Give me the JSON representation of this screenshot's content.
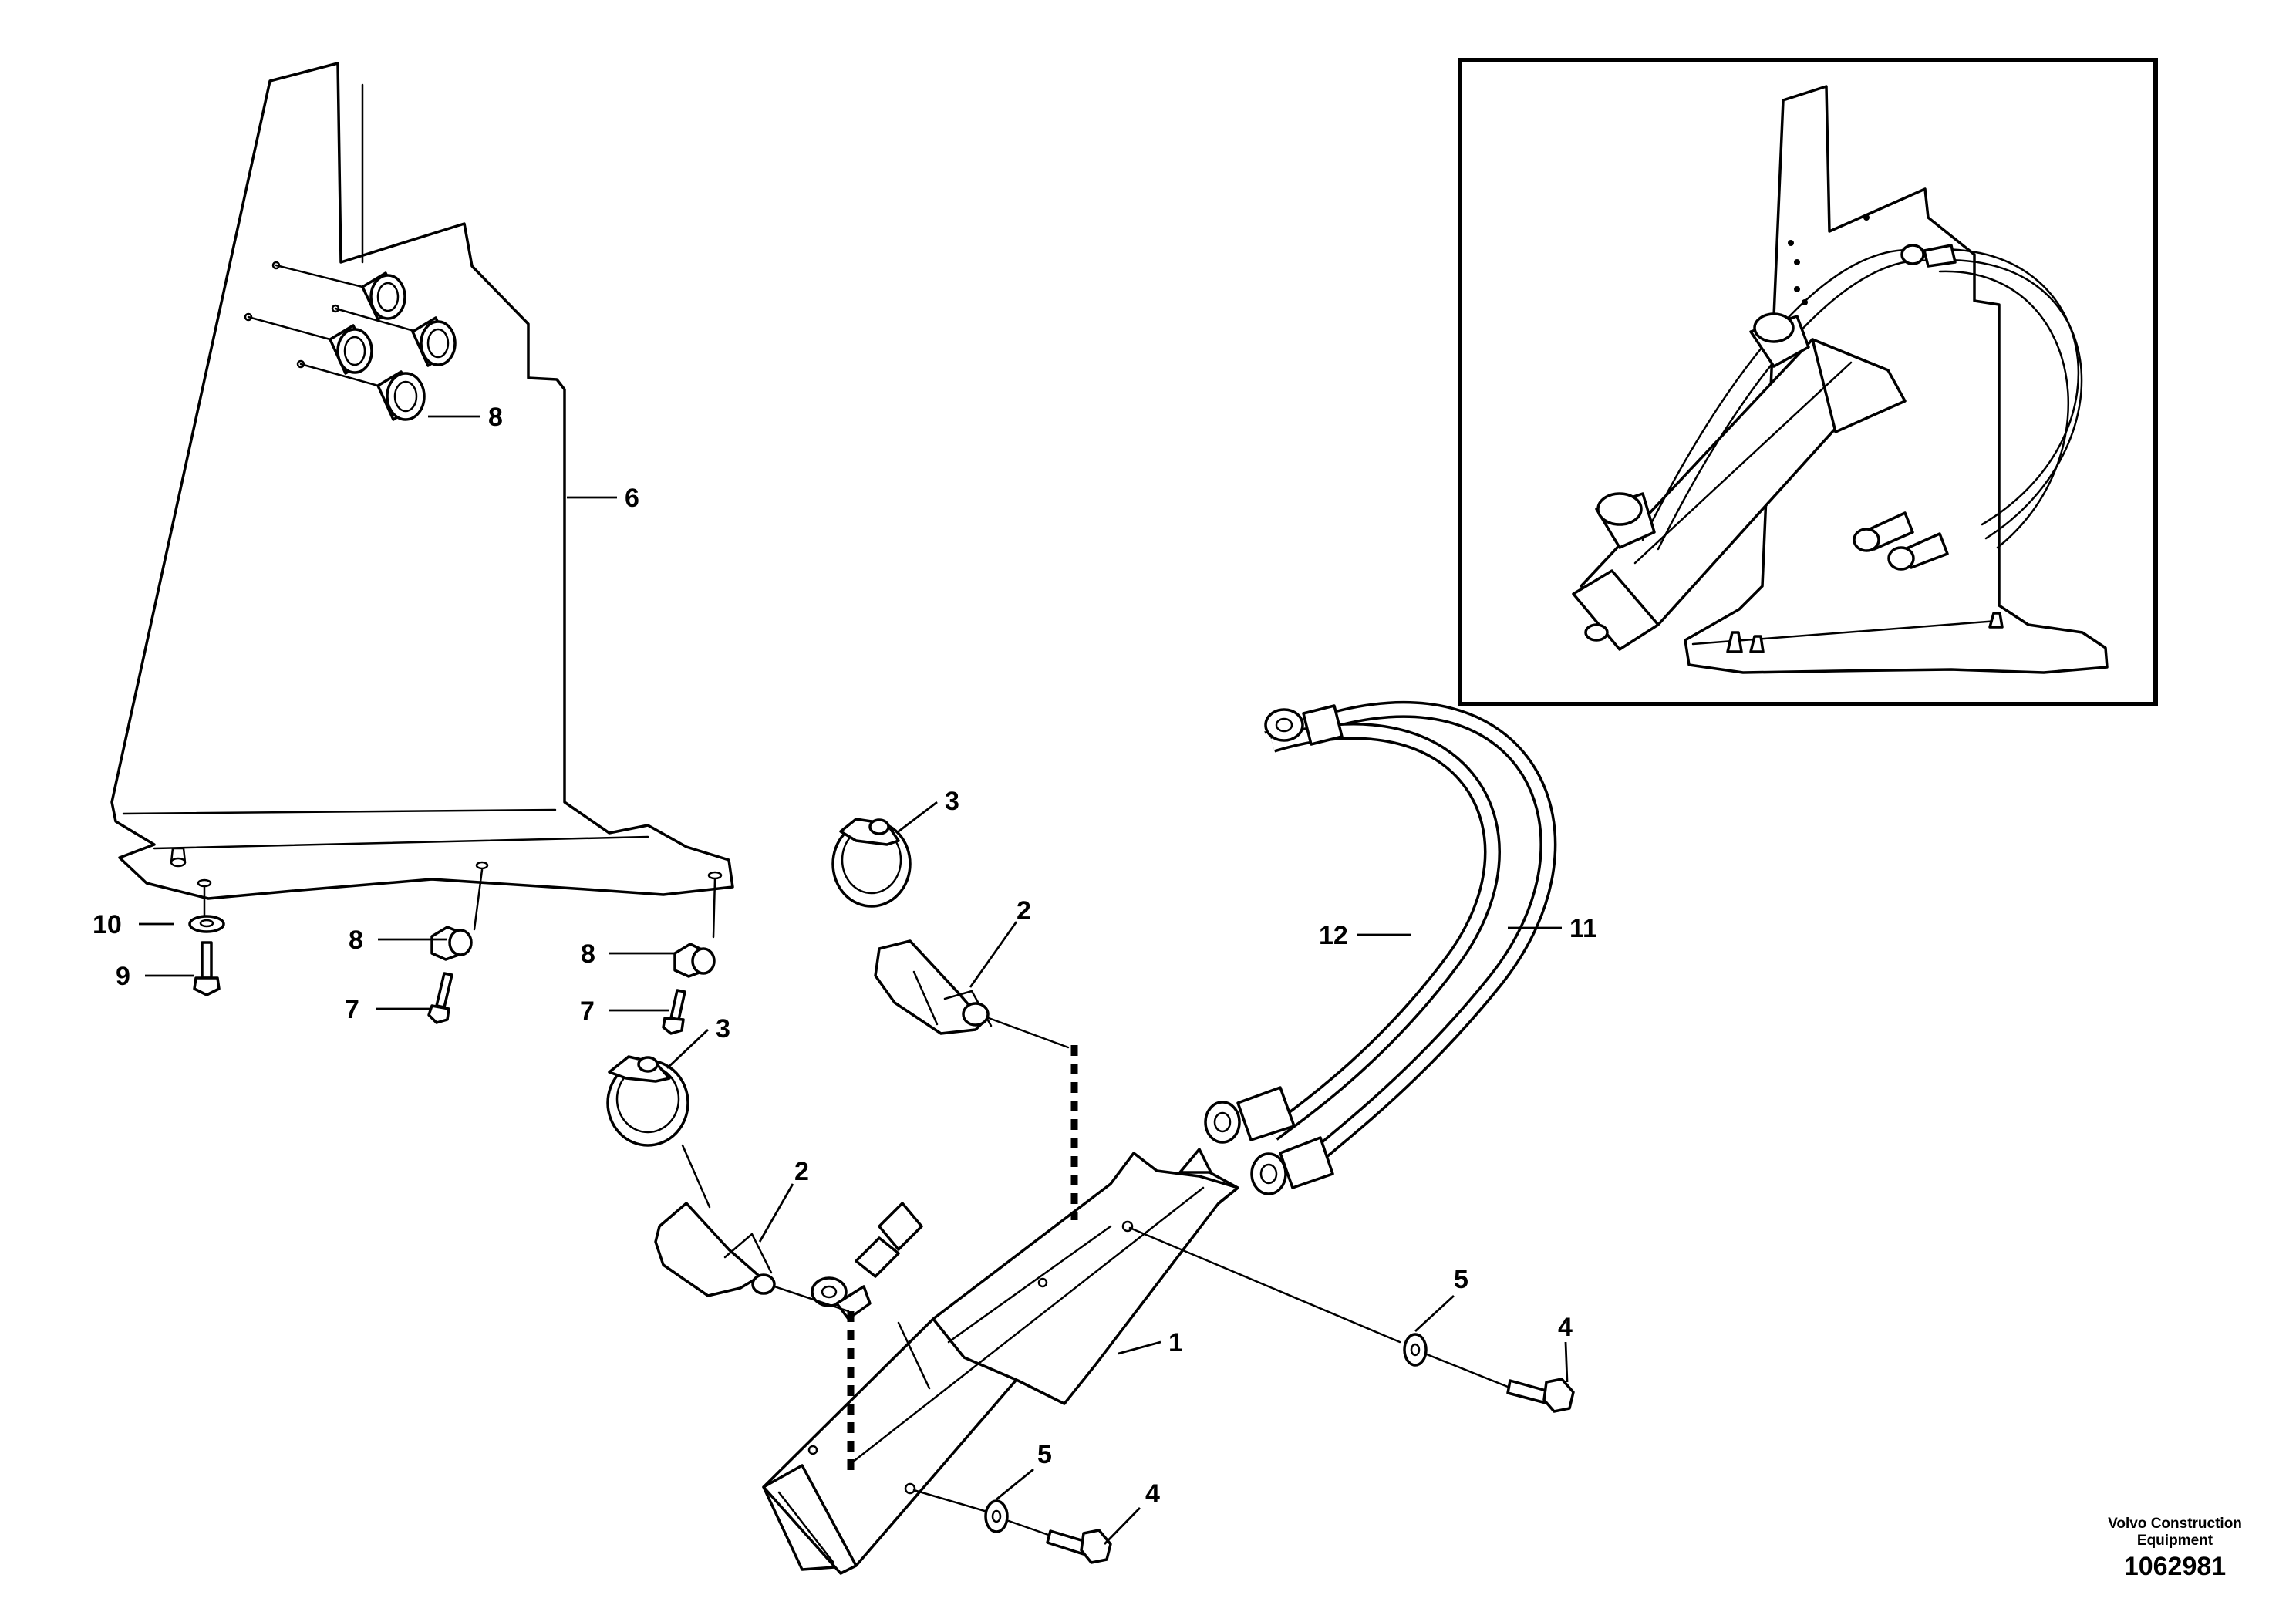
{
  "callouts": {
    "c1": "1",
    "c2a": "2",
    "c2b": "2",
    "c3a": "3",
    "c3b": "3",
    "c4a": "4",
    "c4b": "4",
    "c5a": "5",
    "c5b": "5",
    "c6": "6",
    "c7a": "7",
    "c7b": "7",
    "c8a": "8",
    "c8b": "8",
    "c8c": "8",
    "c9": "9",
    "c10": "10",
    "c11": "11",
    "c12": "12"
  },
  "footer": {
    "maker": "Volvo Construction Equipment",
    "doc_number": "1062981"
  }
}
